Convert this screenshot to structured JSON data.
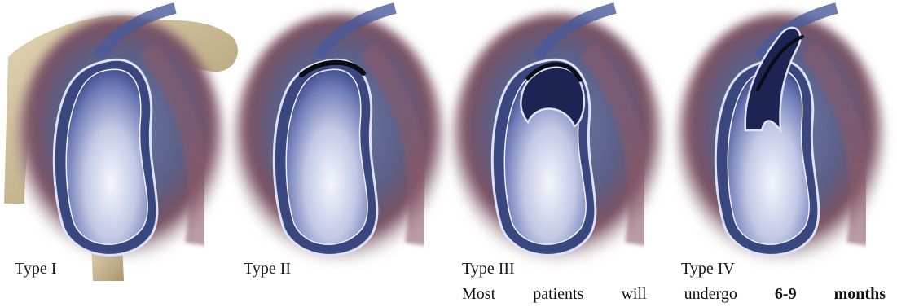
{
  "figure": {
    "panels": [
      {
        "caption": "Type I"
      },
      {
        "caption": "Type II"
      },
      {
        "caption": "Type III"
      },
      {
        "caption": "Type IV"
      }
    ]
  },
  "text": {
    "words": [
      "Most",
      "patients",
      "will",
      "undergo"
    ],
    "bold_words": [
      "6-9",
      "months"
    ]
  },
  "colors": {
    "glenoid_light": "#f2f4fb",
    "glenoid_mid": "#7b87c0",
    "glenoid_dark": "#2d3a78",
    "labrum_edge": "#dde3f5",
    "muscle": "#8a5a6a",
    "bone": "#c9b893",
    "lesion": "#0b0b12"
  }
}
